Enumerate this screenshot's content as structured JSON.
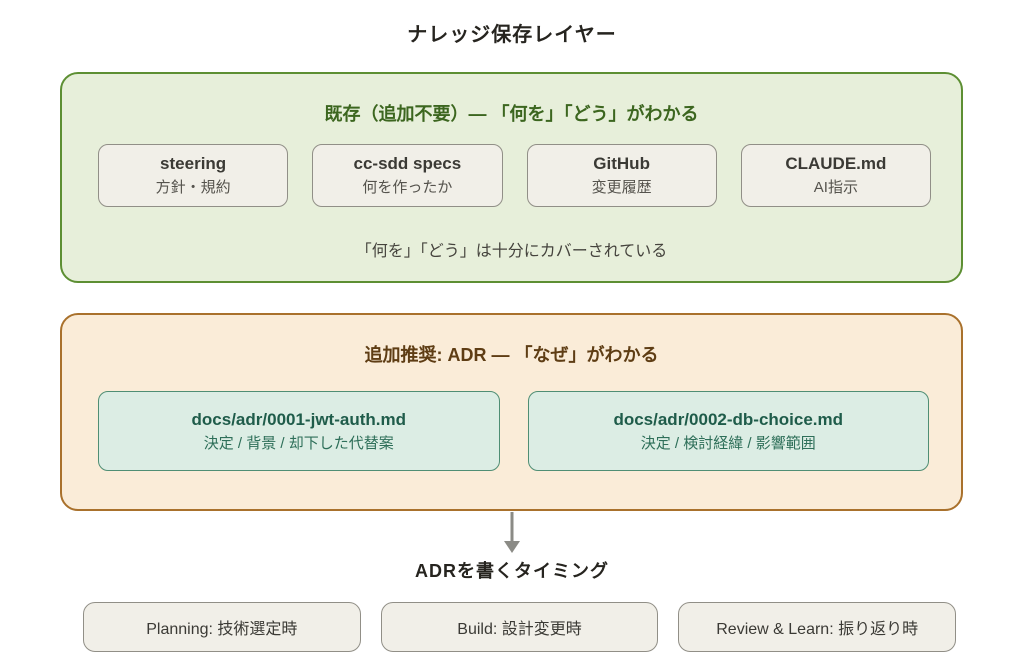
{
  "title": "ナレッジ保存レイヤー",
  "colors": {
    "green_panel_bg": "#e7efda",
    "green_panel_border": "#5d8f33",
    "green_heading_text": "#3c661f",
    "orange_panel_bg": "#faecd8",
    "orange_panel_border": "#a9712c",
    "orange_heading_text": "#5e3d14",
    "neutral_box_bg": "#f1efe8",
    "neutral_box_border": "#918f87",
    "adr_box_bg": "#dcede4",
    "adr_box_border": "#4f8e74",
    "adr_text": "#1f5c4a",
    "arrow": "#8b8b86"
  },
  "existing_panel": {
    "heading": "既存（追加不要）— 「何を」「どう」がわかる",
    "items": [
      {
        "title": "steering",
        "subtitle": "方針・規約"
      },
      {
        "title": "cc-sdd specs",
        "subtitle": "何を作ったか"
      },
      {
        "title": "GitHub",
        "subtitle": "変更履歴"
      },
      {
        "title": "CLAUDE.md",
        "subtitle": "AI指示"
      }
    ],
    "note": "「何を」「どう」は十分にカバーされている"
  },
  "adr_panel": {
    "heading": "追加推奨: ADR — 「なぜ」がわかる",
    "items": [
      {
        "title": "docs/adr/0001-jwt-auth.md",
        "subtitle": "決定 / 背景 / 却下した代替案"
      },
      {
        "title": "docs/adr/0002-db-choice.md",
        "subtitle": "決定 / 検討経緯 / 影響範囲"
      }
    ]
  },
  "timing": {
    "heading": "ADRを書くタイミング",
    "items": [
      {
        "label": "Planning: 技術選定時"
      },
      {
        "label": "Build: 設計変更時"
      },
      {
        "label": "Review & Learn: 振り返り時"
      }
    ]
  }
}
